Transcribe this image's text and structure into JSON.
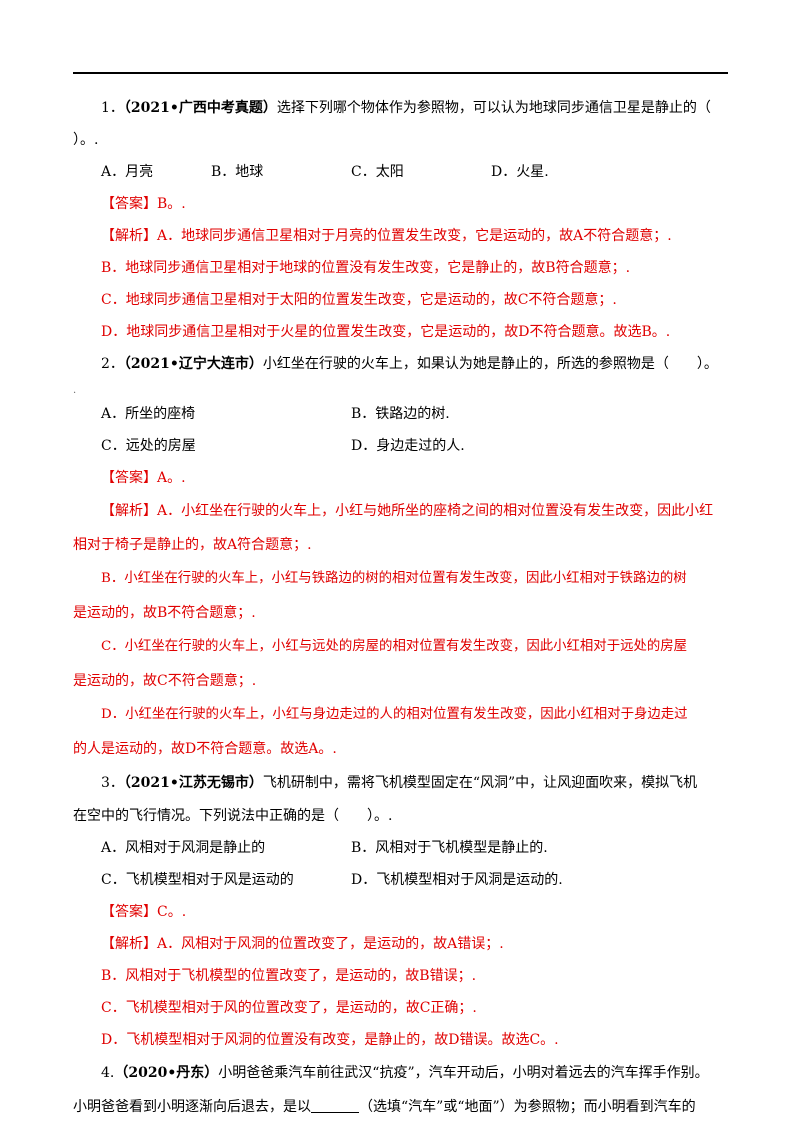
{
  "q1": {
    "number": "1．",
    "source": "（2021•广西中考真题）",
    "stem_a": "选择下列哪个物体作为参照物，可以认为地球同步通信卫星是静止的（",
    "stem_b": "）。.",
    "options": [
      "A．月亮",
      "B．地球",
      "C．太阳",
      "D．火星."
    ],
    "answer": "【答案】B。.",
    "analysis_label": "【解析】",
    "analysis": [
      "A．地球同步通信卫星相对于月亮的位置发生改变，它是运动的，故A不符合题意；.",
      "B．地球同步通信卫星相对于地球的位置没有发生改变，它是静止的，故B符合题意；.",
      "C．地球同步通信卫星相对于太阳的位置发生改变，它是运动的，故C不符合题意；.",
      "D．地球同步通信卫星相对于火星的位置发生改变，它是运动的，故D不符合题意。故选B。."
    ]
  },
  "q2": {
    "number": "2．",
    "source": "（2021•辽宁大连市）",
    "stem": "小红坐在行驶的火车上，如果认为她是静止的，所选的参照物是（　　）。",
    "marker": ".",
    "options": [
      "A．所坐的座椅",
      "B．铁路边的树.",
      "C．远处的房屋",
      "D．身边走过的人."
    ],
    "answer": "【答案】A。.",
    "analysis_label": "【解析】",
    "analysis": [
      "A．小红坐在行驶的火车上，小红与她所坐的座椅之间的相对位置没有发生改变，因此小红",
      "相对于椅子是静止的，故A符合题意；.",
      "B．小红坐在行驶的火车上，小红与铁路边的树的相对位置有发生改变，因此小红相对于铁路边的树",
      "是运动的，故B不符合题意；.",
      "C．小红坐在行驶的火车上，小红与远处的房屋的相对位置有发生改变，因此小红相对于远处的房屋",
      "是运动的，故C不符合题意；.",
      "D．小红坐在行驶的火车上，小红与身边走过的人的相对位置有发生改变，因此小红相对于身边走过",
      "的人是运动的，故D不符合题意。故选A。."
    ]
  },
  "q3": {
    "number": "3．",
    "source": "（2021•江苏无锡市）",
    "stem_a": "飞机研制中，需将飞机模型固定在“风洞”中，让风迎面吹来，模拟飞机",
    "stem_b": "在空中的飞行情况。下列说法中正确的是（　　）。.",
    "options": [
      "A．风相对于风洞是静止的",
      "B．风相对于飞机模型是静止的.",
      "C．飞机模型相对于风是运动的",
      "D．飞机模型相对于风洞是运动的."
    ],
    "answer": "【答案】C。.",
    "analysis_label": "【解析】",
    "analysis": [
      "A．风相对于风洞的位置改变了，是运动的，故A错误；.",
      "B．风相对于飞机模型的位置改变了，是运动的，故B错误；.",
      "C．飞机模型相对于风的位置改变了，是运动的，故C正确；.",
      "D．飞机模型相对于风洞的位置没有改变，是静止的，故D错误。故选C。."
    ]
  },
  "q4": {
    "number": "4.",
    "source": "（2020•丹东）",
    "stem_a": "小明爸爸乘汽车前往武汉“抗疫”，汽车开动后，小明对着远去的汽车挥手作别。",
    "stem_b1": "小明爸爸看到小明逐渐向后退去，是以",
    "stem_b2": "（选填“汽车”或“地面”）为参照物；而小明看到汽车的"
  }
}
